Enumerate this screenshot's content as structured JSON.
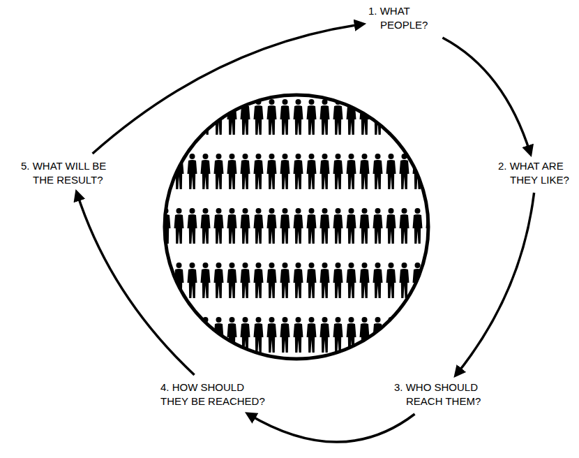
{
  "diagram": {
    "nodes": [
      {
        "text": [
          "1. WHAT PEOPLE?"
        ]
      },
      {
        "text": [
          "2. WHAT ARE THEY LIKE?"
        ]
      },
      {
        "text": [
          "3. WHO SHOULD REACH THEM?"
        ]
      },
      {
        "text": [
          "4. HOW SHOULD THEY BE REACHED?"
        ]
      },
      {
        "text": [
          "5. WHAT WILL BE THE RESULT?"
        ]
      }
    ],
    "edges": [
      {
        "from": 0,
        "to": 1,
        "arrow": "to"
      },
      {
        "from": 1,
        "to": 2,
        "arrow": "to"
      },
      {
        "from": 2,
        "to": 3,
        "arrow": "to"
      },
      {
        "from": 3,
        "to": 4,
        "arrow": "to"
      },
      {
        "from": 4,
        "to": 0,
        "arrow": "to"
      }
    ]
  }
}
